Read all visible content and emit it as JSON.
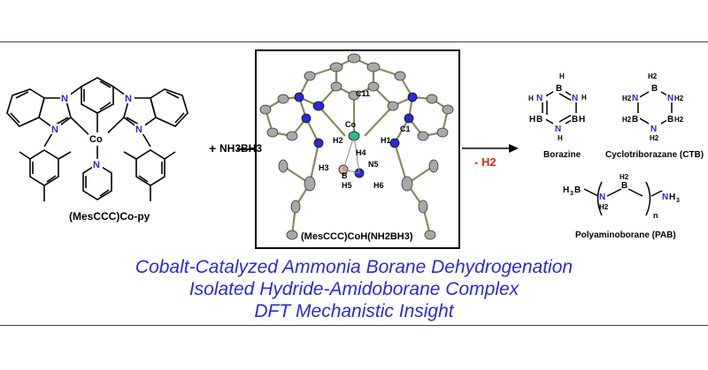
{
  "reagent": {
    "plus": "+",
    "formula": "NH3BH3"
  },
  "reactant_label": "(MesCCC)Co-py",
  "crystal": {
    "caption": "(MesCCC)CoH(NH2BH3)",
    "atom_labels": [
      "C11",
      "Co",
      "C1",
      "H2",
      "H1",
      "H4",
      "N5",
      "H3",
      "B",
      "H5",
      "H6"
    ]
  },
  "arrow_label": "- H2",
  "products": [
    "Borazine",
    "Cyclotriborazane (CTB)",
    "Polyaminoborane (PAB)"
  ],
  "headlines": [
    "Cobalt-Catalyzed Ammonia Borane Dehydrogenation",
    "Isolated Hydride-Amidoborane Complex",
    "DFT Mechanistic Insight"
  ],
  "colors": {
    "headline": "#2a2ad6",
    "nitrogen": "#2a2ad6",
    "hydrogen_loss": "#e0201a"
  }
}
